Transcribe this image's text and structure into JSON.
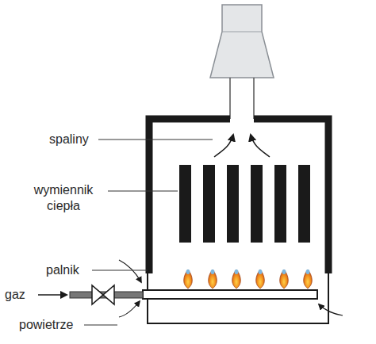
{
  "diagram": {
    "labels": [
      "spaliny",
      "wymiennik ciepła",
      "palnik",
      "gaz",
      "powietrze"
    ]
  }
}
